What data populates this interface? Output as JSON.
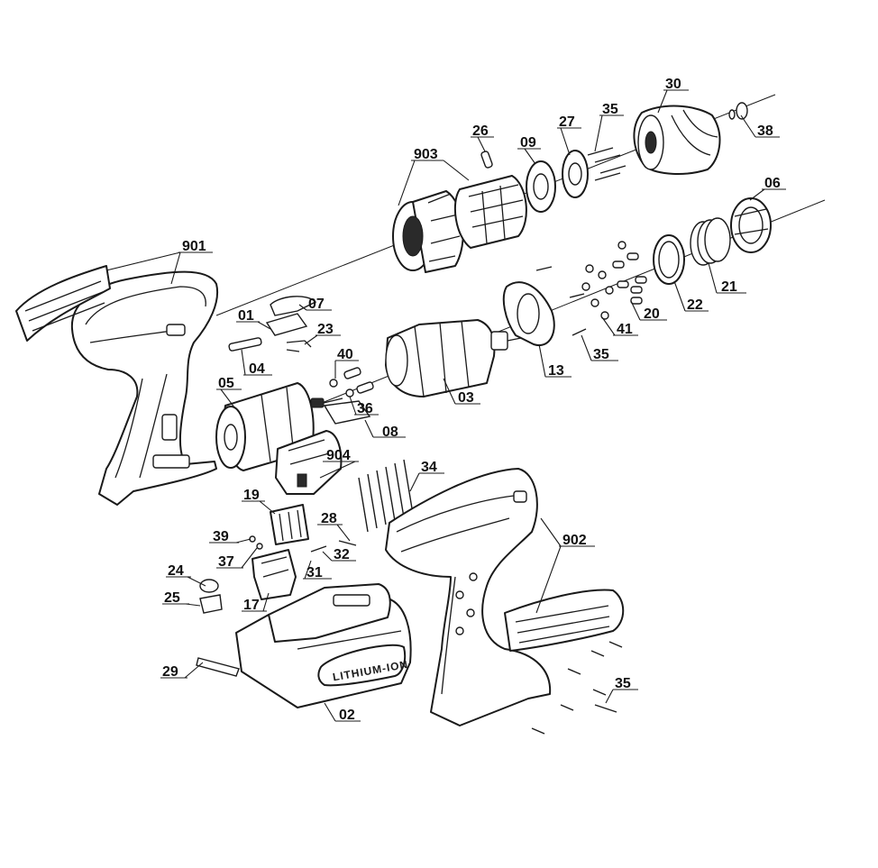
{
  "diagram": {
    "type": "exploded parts diagram",
    "battery_label": "LITHIUM-ION",
    "callouts": [
      {
        "id": "c-30",
        "text": "30"
      },
      {
        "id": "c-35a",
        "text": "35"
      },
      {
        "id": "c-27",
        "text": "27"
      },
      {
        "id": "c-26",
        "text": "26"
      },
      {
        "id": "c-09",
        "text": "09"
      },
      {
        "id": "c-38",
        "text": "38"
      },
      {
        "id": "c-903",
        "text": "903"
      },
      {
        "id": "c-06",
        "text": "06"
      },
      {
        "id": "c-901",
        "text": "901"
      },
      {
        "id": "c-07",
        "text": "07"
      },
      {
        "id": "c-01",
        "text": "01"
      },
      {
        "id": "c-23",
        "text": "23"
      },
      {
        "id": "c-21",
        "text": "21"
      },
      {
        "id": "c-22",
        "text": "22"
      },
      {
        "id": "c-20",
        "text": "20"
      },
      {
        "id": "c-41",
        "text": "41"
      },
      {
        "id": "c-35b",
        "text": "35"
      },
      {
        "id": "c-04",
        "text": "04"
      },
      {
        "id": "c-40",
        "text": "40"
      },
      {
        "id": "c-13",
        "text": "13"
      },
      {
        "id": "c-05",
        "text": "05"
      },
      {
        "id": "c-03",
        "text": "03"
      },
      {
        "id": "c-36",
        "text": "36"
      },
      {
        "id": "c-08",
        "text": "08"
      },
      {
        "id": "c-904",
        "text": "904"
      },
      {
        "id": "c-34",
        "text": "34"
      },
      {
        "id": "c-19",
        "text": "19"
      },
      {
        "id": "c-28",
        "text": "28"
      },
      {
        "id": "c-902",
        "text": "902"
      },
      {
        "id": "c-39",
        "text": "39"
      },
      {
        "id": "c-37",
        "text": "37"
      },
      {
        "id": "c-32",
        "text": "32"
      },
      {
        "id": "c-31",
        "text": "31"
      },
      {
        "id": "c-24",
        "text": "24"
      },
      {
        "id": "c-25",
        "text": "25"
      },
      {
        "id": "c-17",
        "text": "17"
      },
      {
        "id": "c-29",
        "text": "29"
      },
      {
        "id": "c-35c",
        "text": "35"
      },
      {
        "id": "c-02",
        "text": "02"
      }
    ]
  }
}
